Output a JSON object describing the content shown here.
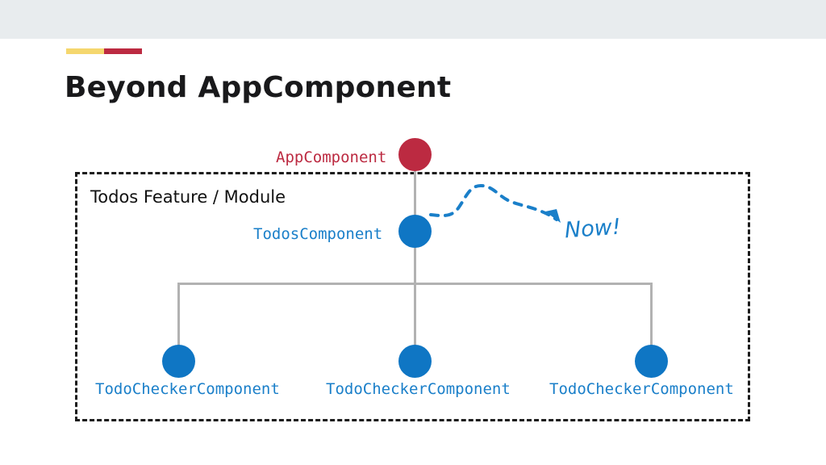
{
  "slide": {
    "title": "Beyond AppComponent",
    "accent": {
      "left_color": "#f5d76e",
      "right_color": "#bc2a41"
    },
    "top_band_color": "#e8ecee",
    "background_color": "#ffffff"
  },
  "diagram": {
    "type": "component-tree",
    "module_box_label": "Todos Feature / Module",
    "callout": "Now!",
    "colors": {
      "root_node": "#bc2a41",
      "child_node": "#0f76c4",
      "connector": "#b2b2b2",
      "frame": "#1c1c1c",
      "callout": "#1a7fc9"
    },
    "nodes": [
      {
        "id": "app",
        "label": "AppComponent",
        "color": "#bc2a41",
        "inside_module": false
      },
      {
        "id": "todos",
        "label": "TodosComponent",
        "color": "#0f76c4",
        "inside_module": true
      },
      {
        "id": "check1",
        "label": "TodoCheckerComponent",
        "color": "#0f76c4",
        "inside_module": true
      },
      {
        "id": "check2",
        "label": "TodoCheckerComponent",
        "color": "#0f76c4",
        "inside_module": true
      },
      {
        "id": "check3",
        "label": "TodoCheckerComponent",
        "color": "#0f76c4",
        "inside_module": true
      }
    ],
    "edges": [
      {
        "from": "app",
        "to": "todos"
      },
      {
        "from": "todos",
        "to": "check1"
      },
      {
        "from": "todos",
        "to": "check2"
      },
      {
        "from": "todos",
        "to": "check3"
      }
    ]
  }
}
